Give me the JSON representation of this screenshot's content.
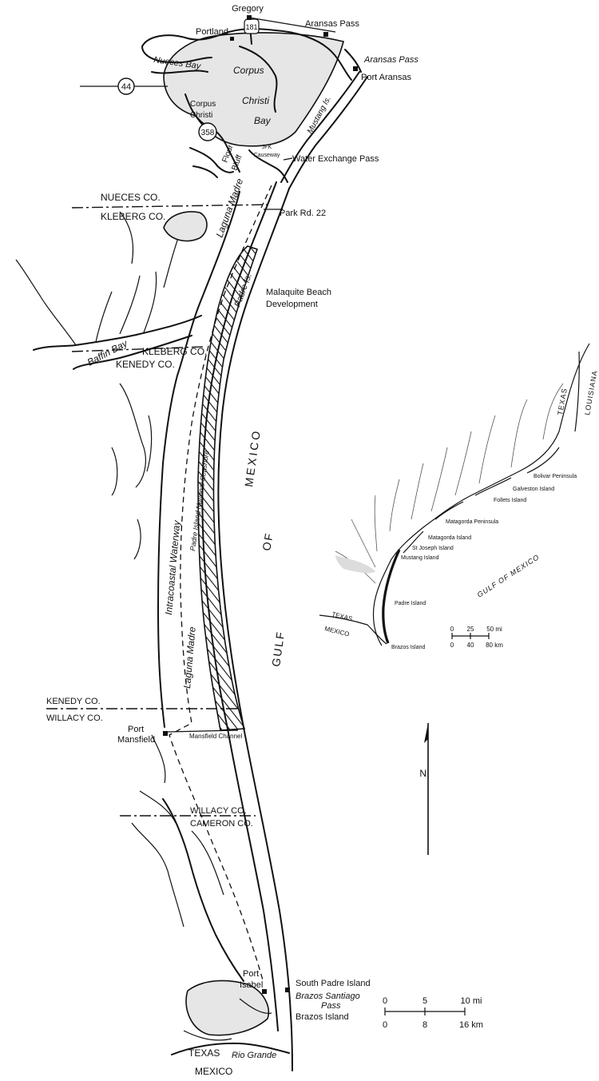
{
  "colors": {
    "ink": "#111111",
    "land_shade": "#e6e6e6",
    "paper": "#ffffff"
  },
  "places": {
    "gregory": "Gregory",
    "portland": "Portland",
    "aransas_pass_town": "Aransas Pass",
    "aransas_pass_inlet": "Aransas Pass",
    "port_aransas": "Port Aransas",
    "nueces_bay": "Nueces Bay",
    "corpus_christi_bay_1": "Corpus",
    "corpus_christi_bay_2": "Christi",
    "corpus_christi_bay_3": "Bay",
    "corpus_christi_city_1": "Corpus",
    "corpus_christi_city_2": "Christi",
    "flour_bluff_1": "Flour",
    "flour_bluff_2": "Bluff",
    "jfk_causeway_1": "JFK",
    "jfk_causeway_2": "Causeway",
    "mustang_is": "Mustang Is.",
    "water_exchange_pass": "Water Exchange Pass",
    "park_rd": "Park Rd. 22",
    "laguna_madre_north": "Laguna Madre",
    "malaquite_1": "Malaquite Beach",
    "malaquite_2": "Development",
    "padre_is": "Padre Is.",
    "baffin_bay": "Baffin Bay",
    "seashore": "Padre Island National Seashore",
    "waterway": "Intracoastal Waterway",
    "laguna_madre_south": "Laguna Madre",
    "gulf": "GULF",
    "of": "OF",
    "mexico": "MEXICO",
    "port_mansfield_1": "Port",
    "port_mansfield_2": "Mansfield",
    "mansfield_channel": "Mansfield Channel",
    "port_isabel_1": "Port",
    "port_isabel_2": "Isabel",
    "south_padre": "South Padre Island",
    "brazos_santiago_1": "Brazos Santiago",
    "brazos_santiago_2": "Pass",
    "brazos_island": "Brazos Island",
    "texas": "TEXAS",
    "rio_grande": "Rio Grande",
    "mexico_country": "MEXICO"
  },
  "highways": {
    "us181": "181",
    "sh44": "44",
    "sh358": "358"
  },
  "counties": {
    "nueces": "NUECES CO.",
    "kleberg_1": "KLEBERG CO.",
    "kleberg_2": "KLEBERG CO.",
    "kenedy_1": "KENEDY CO.",
    "kenedy_2": "KENEDY CO.",
    "willacy_1": "WILLACY CO.",
    "willacy_2": "WILLACY CO.",
    "cameron": "CAMERON CO."
  },
  "inset": {
    "texas": "TEXAS",
    "louisiana": "LOUISIANA",
    "bolivar": "Bolivar Peninsula",
    "galveston": "Galveston Island",
    "follets": "Follets Island",
    "matagorda_pen": "Matagorda Peninsula",
    "matagorda_is": "Matagorda Island",
    "st_joseph": "St Joseph Island",
    "mustang": "Mustang Island",
    "gulf": "GULF OF MEXICO",
    "padre": "Padre Island",
    "texas_border": "TEXAS",
    "mexico_border": "MEXICO",
    "brazos": "Brazos Island",
    "scale_mi": [
      "0",
      "25",
      "50 mi"
    ],
    "scale_km": [
      "0",
      "40",
      "80 km"
    ]
  },
  "north": "N",
  "scale": {
    "mi": [
      "0",
      "5",
      "10 mi"
    ],
    "km": [
      "0",
      "8",
      "16 km"
    ]
  }
}
